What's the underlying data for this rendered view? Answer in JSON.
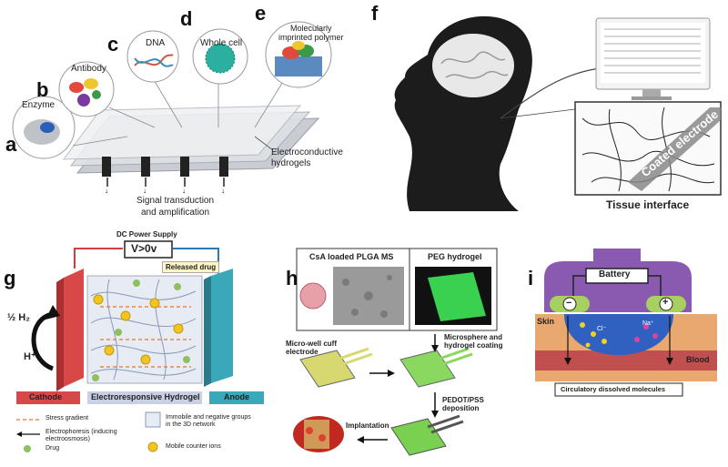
{
  "panels": {
    "a": {
      "letter": "a",
      "label": "Enzyme"
    },
    "b": {
      "letter": "b",
      "label": "Antibody"
    },
    "c": {
      "letter": "c",
      "label": "DNA"
    },
    "d": {
      "letter": "d",
      "label": "Whole cell"
    },
    "e": {
      "letter": "e",
      "label_line1": "Molecularly",
      "label_line2": "imprinted polymer"
    },
    "f": {
      "letter": "f",
      "coated_electrode": "Coated electrode",
      "tissue_interface": "Tissue interface"
    },
    "g": {
      "letter": "g"
    },
    "h": {
      "letter": "h"
    },
    "i": {
      "letter": "i"
    }
  },
  "sensor": {
    "hydrogel_line1": "Electroconductive",
    "hydrogel_line2": "hydrogels",
    "signal_line1": "Signal transduction",
    "signal_line2": "and amplification"
  },
  "drug_release": {
    "power_supply": "DC Power Supply",
    "voltage": "V>0v",
    "released_drug": "Released drug",
    "h2": "½ H₂",
    "hplus": "H⁺",
    "cathode": "Cathode",
    "hydrogel": "Electroresponsive Hydrogel",
    "anode": "Anode",
    "legend": {
      "stress": "Stress gradient",
      "electro_line1": "Electrophoresis (inducing",
      "electro_line2": "electroosmosis)",
      "drug": "Drug",
      "immobile_line1": "Immobile and negative groups",
      "immobile_line2": "in the 3D network",
      "mobile": "Mobile counter ions"
    }
  },
  "electrode": {
    "csa": "CsA loaded PLGA MS",
    "peg": "PEG hydrogel",
    "cuff_line1": "Micro-well cuff",
    "cuff_line2": "electrode",
    "coating_line1": "Microsphere and",
    "coating_line2": "hydrogel coating",
    "pedot_line1": "PEDOT/PSS",
    "pedot_line2": "deposition",
    "implant": "Implantation"
  },
  "transdermal": {
    "battery": "Battery",
    "skin": "Skin",
    "blood": "Blood",
    "molecules": "Circulatory dissolved molecules",
    "minus": "−",
    "plus": "+",
    "cl": "Cl⁻",
    "na": "Na⁺"
  }
}
